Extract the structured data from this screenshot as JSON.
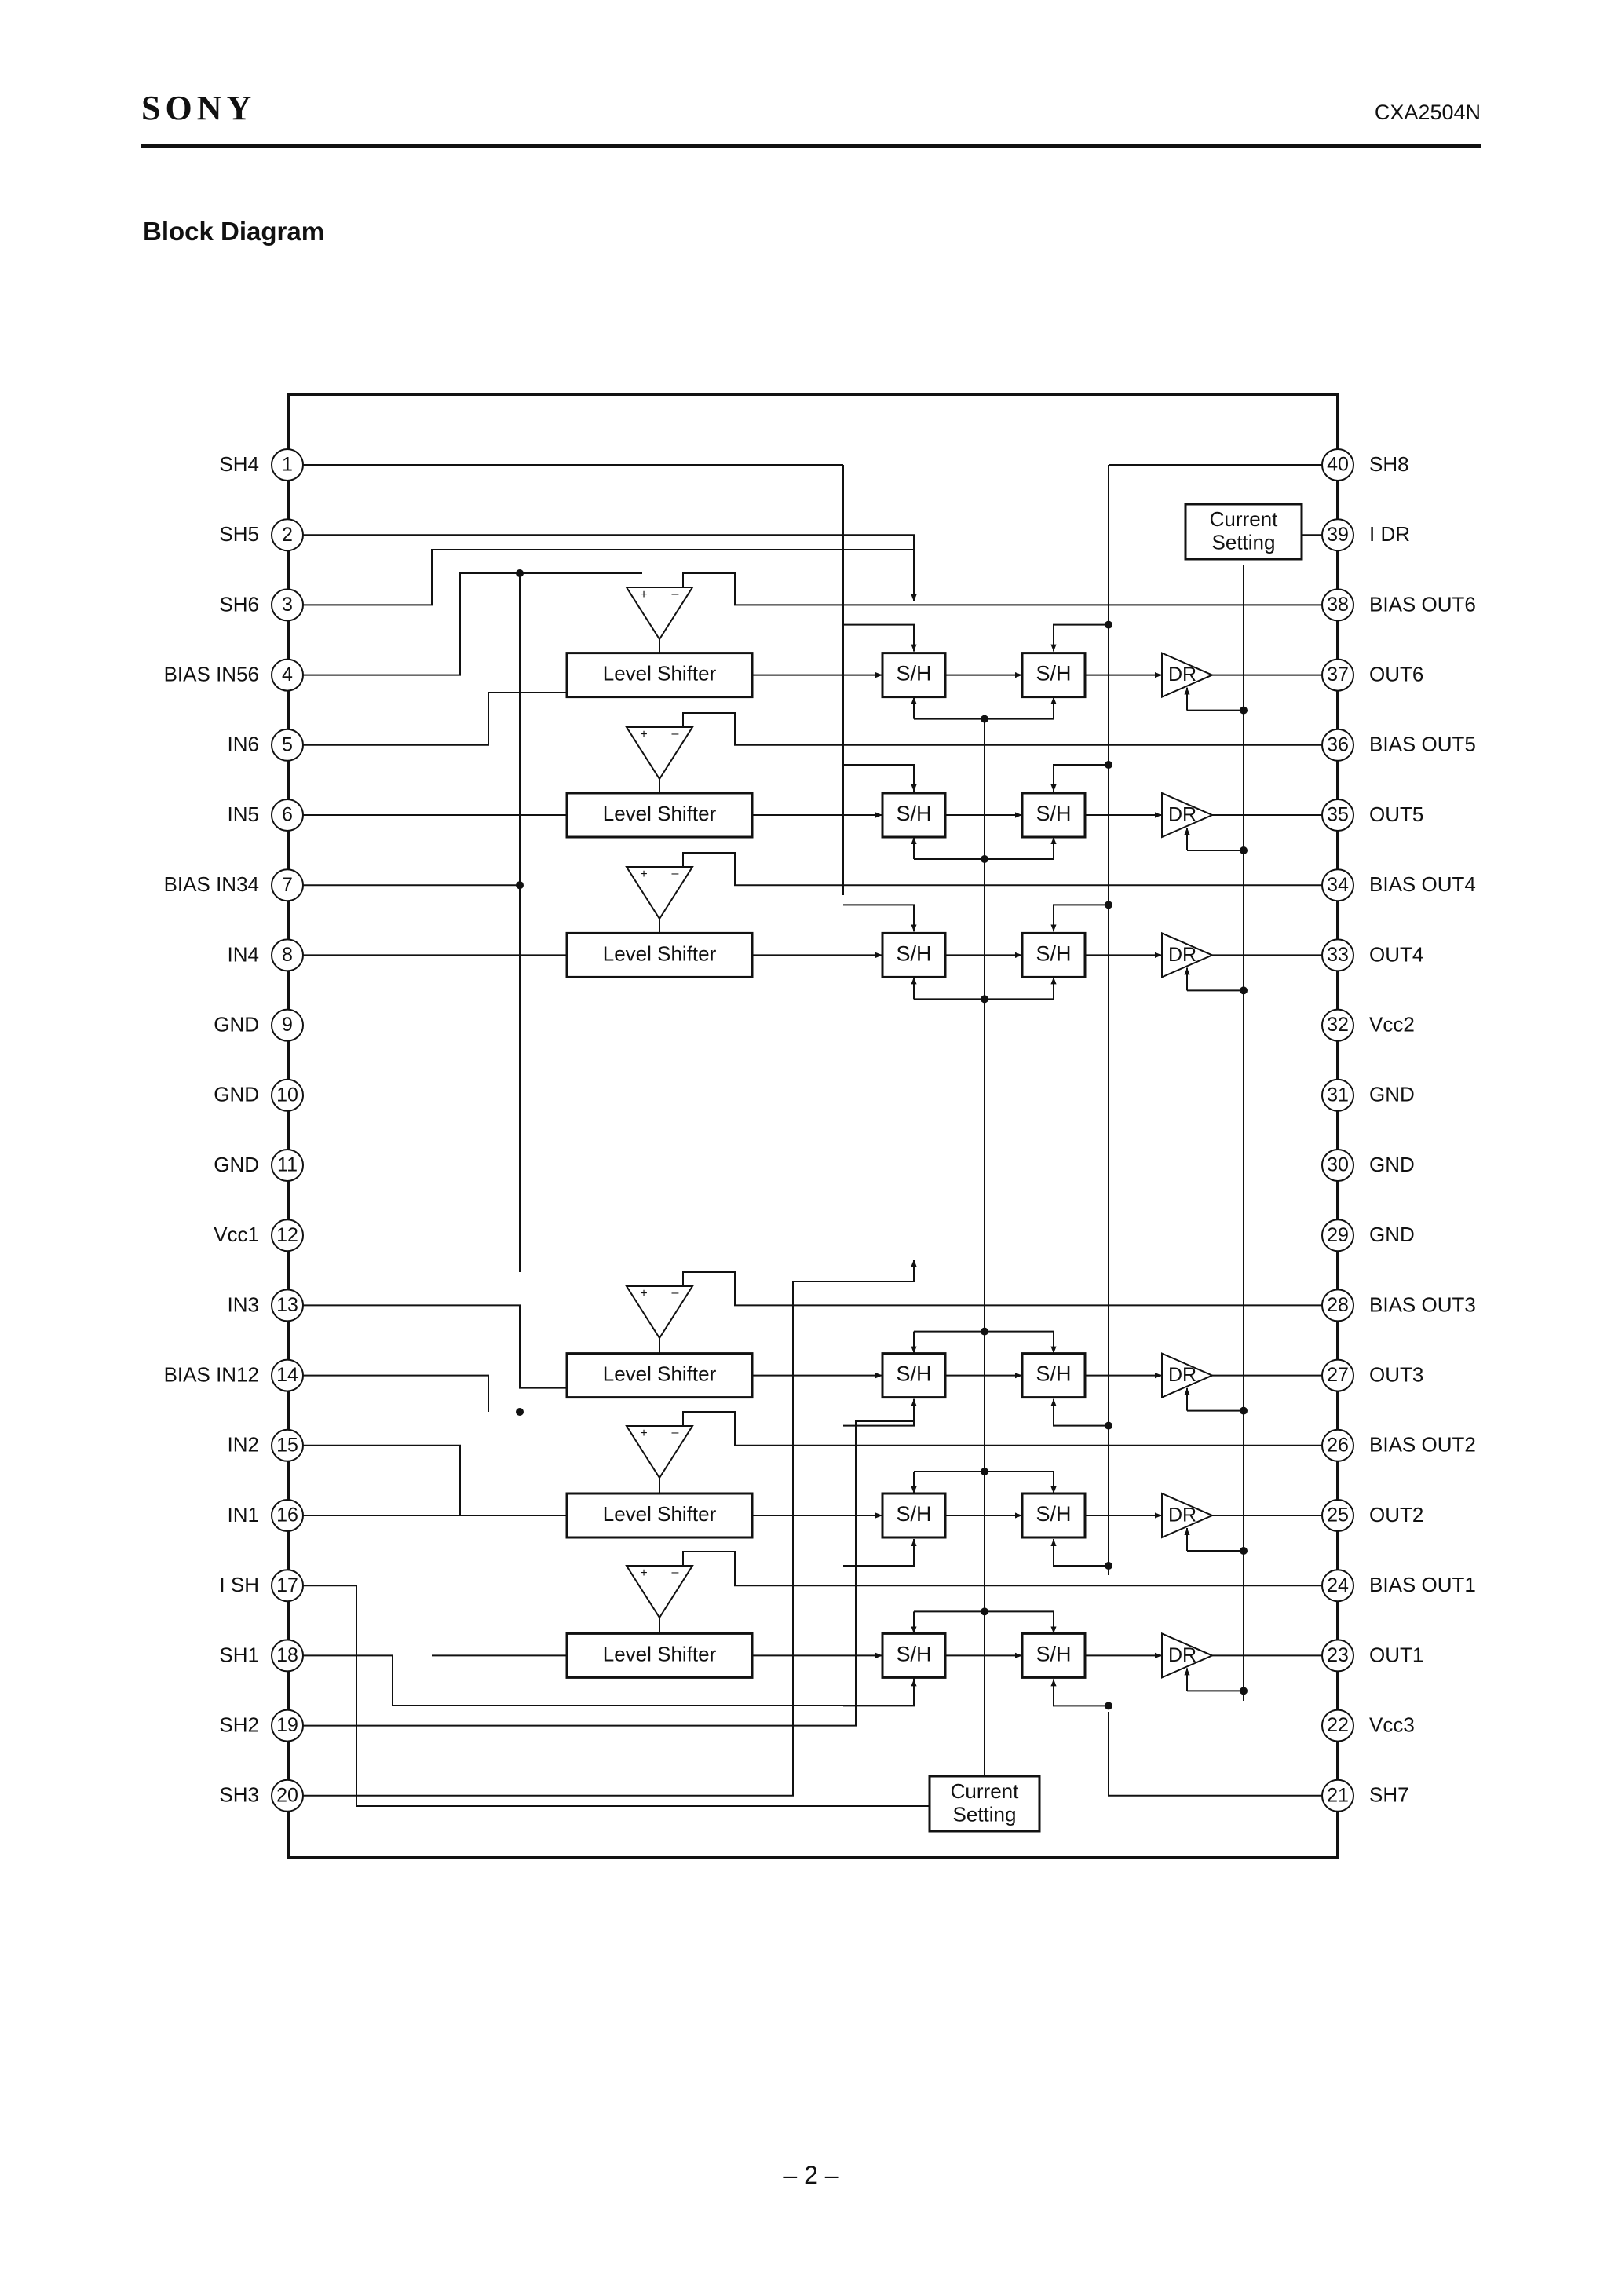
{
  "header": {
    "brand": "SONY",
    "part_number": "CXA2504N"
  },
  "section_title": "Block Diagram",
  "page_number": "– 2 –",
  "left_pins": [
    {
      "num": "1",
      "name": "SH4"
    },
    {
      "num": "2",
      "name": "SH5"
    },
    {
      "num": "3",
      "name": "SH6"
    },
    {
      "num": "4",
      "name": "BIAS IN56"
    },
    {
      "num": "5",
      "name": "IN6"
    },
    {
      "num": "6",
      "name": "IN5"
    },
    {
      "num": "7",
      "name": "BIAS IN34"
    },
    {
      "num": "8",
      "name": "IN4"
    },
    {
      "num": "9",
      "name": "GND"
    },
    {
      "num": "10",
      "name": "GND"
    },
    {
      "num": "11",
      "name": "GND"
    },
    {
      "num": "12",
      "name": "Vcc1"
    },
    {
      "num": "13",
      "name": "IN3"
    },
    {
      "num": "14",
      "name": "BIAS IN12"
    },
    {
      "num": "15",
      "name": "IN2"
    },
    {
      "num": "16",
      "name": "IN1"
    },
    {
      "num": "17",
      "name": "I SH"
    },
    {
      "num": "18",
      "name": "SH1"
    },
    {
      "num": "19",
      "name": "SH2"
    },
    {
      "num": "20",
      "name": "SH3"
    }
  ],
  "right_pins": [
    {
      "num": "40",
      "name": "SH8"
    },
    {
      "num": "39",
      "name": "I DR"
    },
    {
      "num": "38",
      "name": "BIAS OUT6"
    },
    {
      "num": "37",
      "name": "OUT6"
    },
    {
      "num": "36",
      "name": "BIAS OUT5"
    },
    {
      "num": "35",
      "name": "OUT5"
    },
    {
      "num": "34",
      "name": "BIAS OUT4"
    },
    {
      "num": "33",
      "name": "OUT4"
    },
    {
      "num": "32",
      "name": "Vcc2"
    },
    {
      "num": "31",
      "name": "GND"
    },
    {
      "num": "30",
      "name": "GND"
    },
    {
      "num": "29",
      "name": "GND"
    },
    {
      "num": "28",
      "name": "BIAS OUT3"
    },
    {
      "num": "27",
      "name": "OUT3"
    },
    {
      "num": "26",
      "name": "BIAS OUT2"
    },
    {
      "num": "25",
      "name": "OUT2"
    },
    {
      "num": "24",
      "name": "BIAS OUT1"
    },
    {
      "num": "23",
      "name": "OUT1"
    },
    {
      "num": "22",
      "name": "Vcc3"
    },
    {
      "num": "21",
      "name": "SH7"
    }
  ],
  "blocks": {
    "level_shifter": "Level Shifter",
    "sample_hold": "S/H",
    "driver": "DR",
    "current_setting": [
      "Current",
      "Setting"
    ],
    "amp_plus": "+",
    "amp_minus": "–"
  },
  "colors": {
    "ink": "#111111",
    "background": "#ffffff"
  }
}
